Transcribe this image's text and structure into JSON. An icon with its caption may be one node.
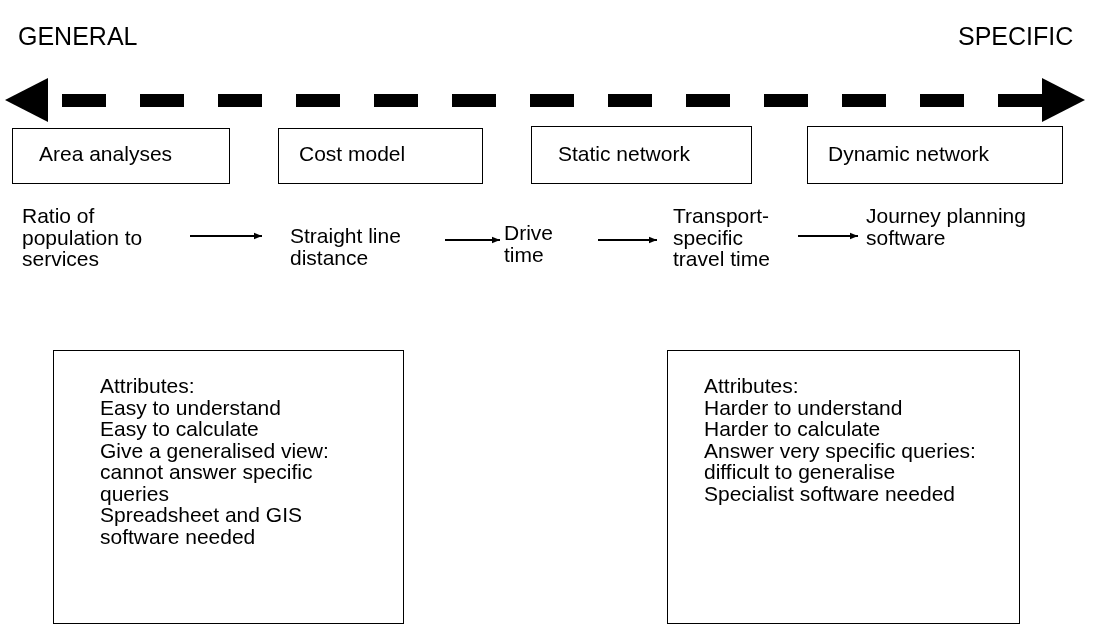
{
  "diagram": {
    "nodes": [
      {
        "text": [
          "Area analyses"
        ]
      },
      {
        "text": [
          "Cost model"
        ]
      },
      {
        "text": [
          "Static network"
        ]
      },
      {
        "text": [
          "Dynamic network"
        ]
      },
      {
        "text": [
          "Ratio of population to services"
        ]
      },
      {
        "text": [
          "Straight line distance"
        ]
      },
      {
        "text": [
          "Drive time"
        ]
      },
      {
        "text": [
          "Transport-specific travel time"
        ]
      },
      {
        "text": [
          "Journey planning software"
        ]
      },
      {
        "text": [
          "Attributes:",
          "Easy to understand",
          "Easy to calculate",
          "Give a generalised view: cannot answer specific queries",
          "Spreadsheet and GIS software needed"
        ]
      },
      {
        "text": [
          "Attributes:",
          "Harder to understand",
          "Harder to calculate",
          "Answer very specific queries: difficult to generalise",
          "Specialist software needed"
        ]
      }
    ],
    "edges": [
      {
        "from": 4,
        "to": 5,
        "arrow": "to"
      },
      {
        "from": 5,
        "to": 6,
        "arrow": "to"
      },
      {
        "from": 6,
        "to": 7,
        "arrow": "to"
      },
      {
        "from": 7,
        "to": 8,
        "arrow": "to"
      }
    ],
    "labels": [
      "GENERAL",
      "SPECIFIC"
    ]
  }
}
